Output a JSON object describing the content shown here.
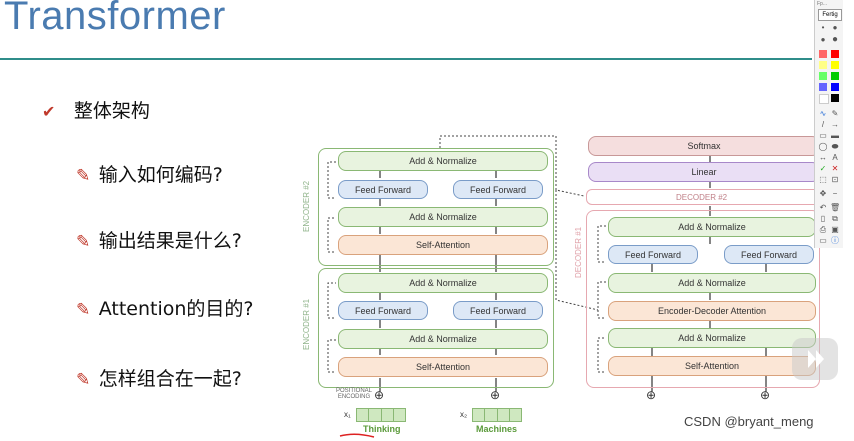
{
  "slide": {
    "title": "Transformer",
    "bullets": [
      {
        "icon": "checkmark-icon",
        "text": "整体架构"
      },
      {
        "icon": "pencil-icon",
        "text": "输入如何编码?"
      },
      {
        "icon": "pencil-icon",
        "text": "输出结果是什么?"
      },
      {
        "icon": "pencil-icon",
        "text": "Attention的目的?"
      },
      {
        "icon": "pencil-icon",
        "text": "怎样组合在一起?"
      }
    ]
  },
  "diagram": {
    "encoder1_label": "ENCODER #1",
    "encoder2_label": "ENCODER #2",
    "decoder1_label": "DECODER #1",
    "decoder2_label": "DECODER #2",
    "add_normalize": "Add & Normalize",
    "feed_forward": "Feed Forward",
    "self_attention": "Self-Attention",
    "enc_dec_attention": "Encoder-Decoder Attention",
    "linear": "Linear",
    "softmax": "Softmax",
    "positional_encoding": "POSITIONAL\nENCODING",
    "x1": "x₁",
    "x2": "x₂",
    "word1": "Thinking",
    "word2": "Machines",
    "plus": "⊕"
  },
  "toolbar": {
    "header_label": "Fp...",
    "fertig_button": "Fertig",
    "colors": [
      "#ff0000",
      "#ffff00",
      "#00cc00",
      "#0000ff",
      "#000000",
      "#ff6666",
      "#ffff88",
      "#66ff66",
      "#6666ff",
      "#ffffff"
    ]
  },
  "watermark": "CSDN @bryant_meng",
  "colors": {
    "title": "#4a7bb0",
    "rule": "#2f8d8a",
    "encoder_border": "#8ab874",
    "decoder_border": "#e6a8b0"
  }
}
